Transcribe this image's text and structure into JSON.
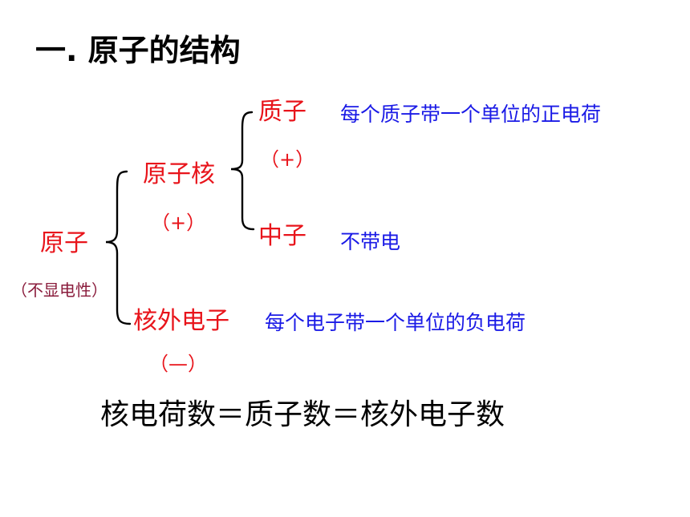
{
  "title": "一. 原子的结构",
  "atom": {
    "label": "原子",
    "note": "（不显电性）"
  },
  "nucleus": {
    "label": "原子核",
    "charge": "（+）"
  },
  "proton": {
    "label": "质子",
    "charge": "（+）",
    "desc": "每个质子带一个单位的正电荷"
  },
  "neutron": {
    "label": "中子",
    "desc": "不带电"
  },
  "electron": {
    "label": "核外电子",
    "charge": "（—）",
    "desc": "每个电子带一个单位的负电荷"
  },
  "formula": "核电荷数＝质子数＝核外电子数",
  "colors": {
    "title": "#000000",
    "term": "#e8141b",
    "desc": "#1a1ae6",
    "note": "#8a1c3c",
    "formula": "#000000"
  }
}
